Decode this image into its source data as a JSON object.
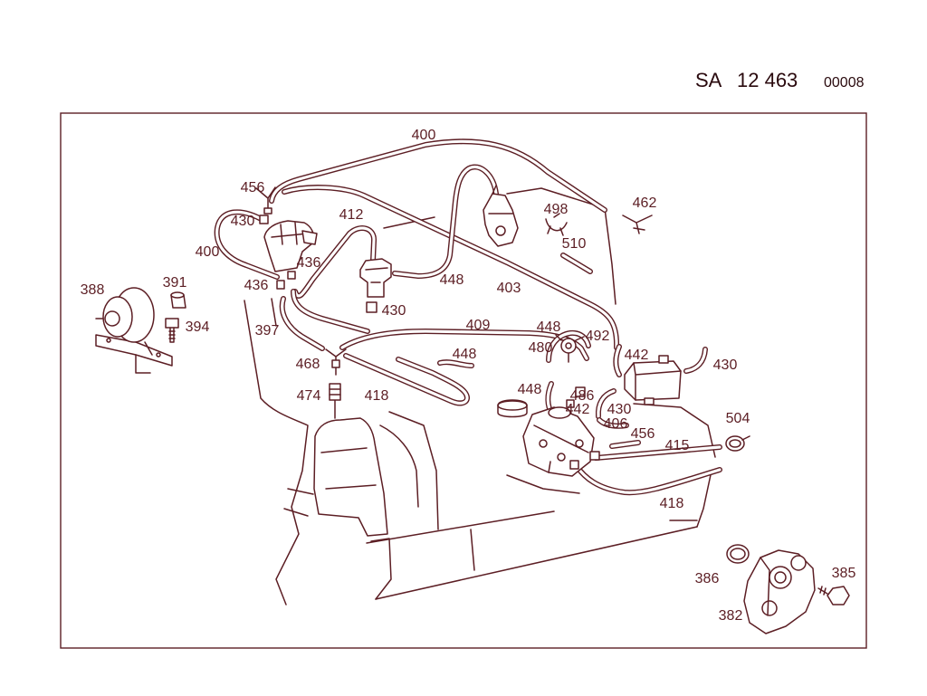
{
  "header": {
    "series": "SA",
    "number": "12 463",
    "sheet": "00008"
  },
  "callouts": [
    "400",
    "456",
    "430",
    "412",
    "498",
    "462",
    "510",
    "400",
    "436",
    "448",
    "403",
    "388",
    "391",
    "436",
    "430",
    "394",
    "397",
    "409",
    "448",
    "492",
    "480",
    "448",
    "442",
    "430",
    "468",
    "474",
    "418",
    "448",
    "486",
    "442",
    "430",
    "406",
    "456",
    "504",
    "415",
    "418",
    "386",
    "385",
    "382"
  ],
  "colors": {
    "ink": "#5c1e24",
    "background": "#ffffff"
  }
}
